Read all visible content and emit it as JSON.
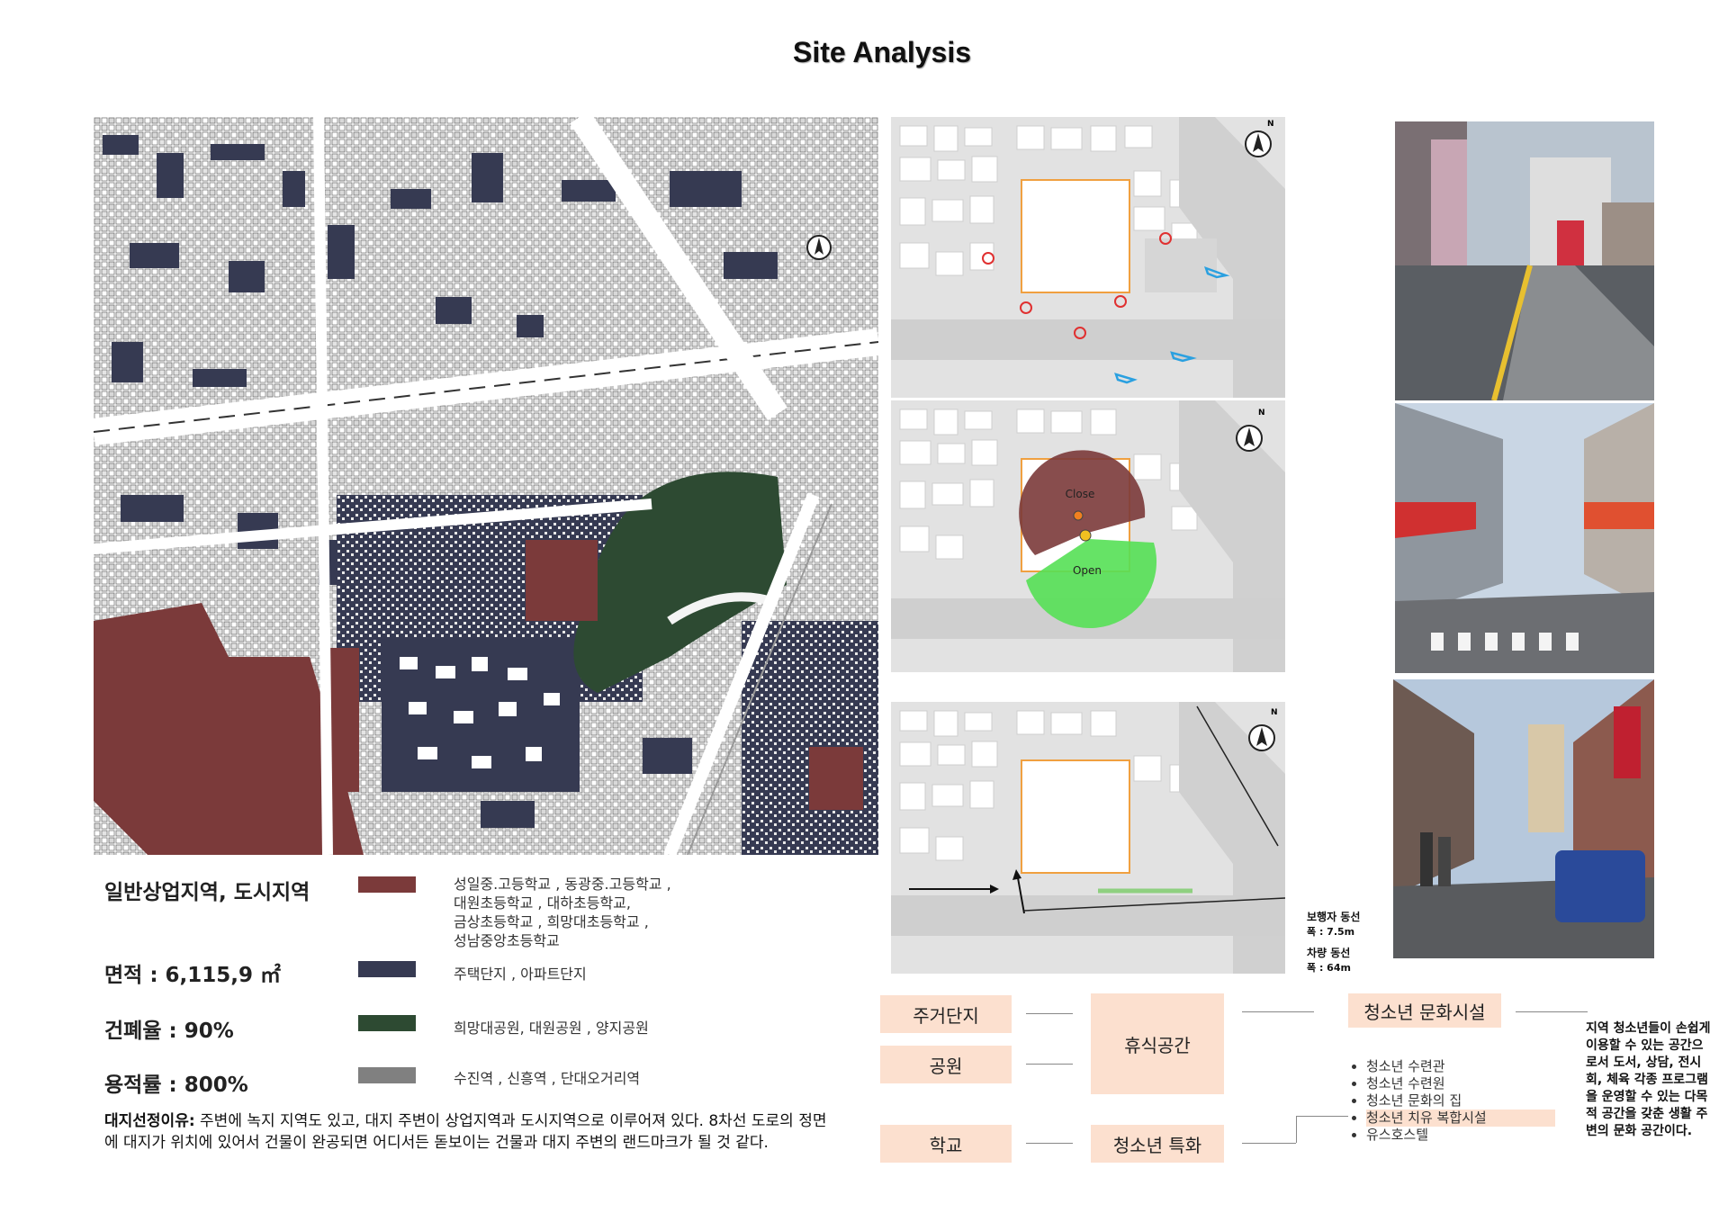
{
  "page": {
    "title": "Site Analysis"
  },
  "map_panels": [
    {
      "north_label": "N"
    },
    {
      "north_label": "N",
      "close_label": "Close",
      "open_label": "Open"
    },
    {
      "north_label": "N"
    }
  ],
  "flow": {
    "pedestrian_label": "보행자 동선",
    "pedestrian_width": "폭 : 7.5m",
    "vehicle_label": "차량 동선",
    "vehicle_width": "폭 : 64m"
  },
  "legend": [
    {
      "label": "일반상업지역, 도시지역",
      "color": "#7b3a3a",
      "desc": [
        "성일중.고등학교 , 동광중.고등학교 ,",
        "대원초등학교 , 대하초등학교,",
        "금상초등학교 , 희망대초등학교 ,",
        "성남중앙초등학교"
      ]
    },
    {
      "label": "면적 : 6,115,9 ㎡",
      "color": "#363a52",
      "desc": [
        "주택단지 , 아파트단지"
      ]
    },
    {
      "label": "건폐율 : 90%",
      "color": "#2d4a32",
      "desc": [
        "희망대공원, 대원공원 , 양지공원"
      ]
    },
    {
      "label": "용적률 : 800%",
      "color": "#808080",
      "desc": [
        "수진역 , 신흥역 , 단대오거리역"
      ]
    }
  ],
  "reason": {
    "label": "대지선정이유:",
    "text": " 주변에 녹지 지역도 있고, 대지 주변이 상업지역과  도시지역으로 이루어져 있다. 8차선 도로의 정면에 대지가 위치에 있어서 건물이 완공되면 어디서든 돋보이는 건물과 대지 주변의 랜드마크가 될 것 같다."
  },
  "diagram": {
    "left_boxes": [
      "주거단지",
      "공원",
      "학교"
    ],
    "middle_boxes": [
      "휴식공간",
      "청소년 특화"
    ],
    "right_box": "청소년 문화시설",
    "programs": [
      "청소년 수련관",
      "청소년 수련원",
      "청소년 문화의 집",
      "청소년 치유 복합시설",
      "유스호스텔"
    ],
    "highlight_index": 3,
    "side_text": "지역 청소년들이 손쉽게 이용할 수 있는 공간으로서 도서, 상담, 전시회, 체육 각종 프로그램을 운영할 수 있는 다목적 공간을 갖춘 생활 주변의 문화 공간이다."
  },
  "colors": {
    "commercial": "#7b3a3a",
    "residential": "#363a52",
    "park": "#2d4a32",
    "station": "#808080",
    "box_fill": "#fce0cf",
    "site_outline": "#f0a040",
    "wind_arrow": "#2aa0e0",
    "sun": "#e03030"
  }
}
